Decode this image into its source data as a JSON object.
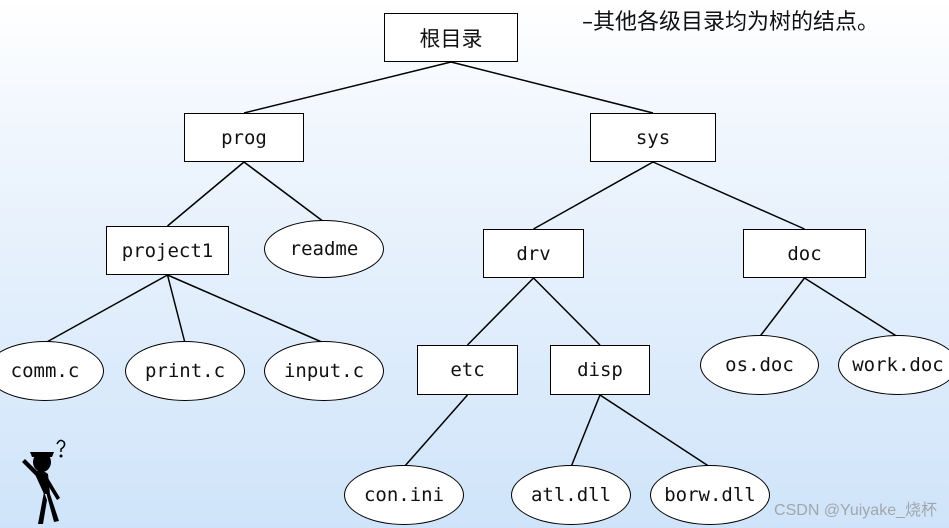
{
  "caption": "–其他各级目录均为树的结点。",
  "watermark": "CSDN @Yuiyake_烧杯",
  "nodes": {
    "root": "根目录",
    "prog": "prog",
    "sys": "sys",
    "project1": "project1",
    "readme": "readme",
    "drv": "drv",
    "doc": "doc",
    "comm_c": "comm.c",
    "print_c": "print.c",
    "input_c": "input.c",
    "etc": "etc",
    "disp": "disp",
    "os_doc": "os.doc",
    "work_doc": "work.doc",
    "con_ini": "con.ini",
    "atl_dll": "atl.dll",
    "borw_dll": "borw.dll"
  },
  "node_kinds": {
    "directory": "rectangle",
    "file": "ellipse"
  },
  "edges": [
    [
      "root",
      "prog"
    ],
    [
      "root",
      "sys"
    ],
    [
      "prog",
      "project1"
    ],
    [
      "prog",
      "readme"
    ],
    [
      "sys",
      "drv"
    ],
    [
      "sys",
      "doc"
    ],
    [
      "project1",
      "comm_c"
    ],
    [
      "project1",
      "print_c"
    ],
    [
      "project1",
      "input_c"
    ],
    [
      "drv",
      "etc"
    ],
    [
      "drv",
      "disp"
    ],
    [
      "doc",
      "os_doc"
    ],
    [
      "doc",
      "work_doc"
    ],
    [
      "etc",
      "con_ini"
    ],
    [
      "disp",
      "atl_dll"
    ],
    [
      "disp",
      "borw_dll"
    ]
  ],
  "decorations": {
    "thinking_figure": "thinking-person-icon"
  }
}
